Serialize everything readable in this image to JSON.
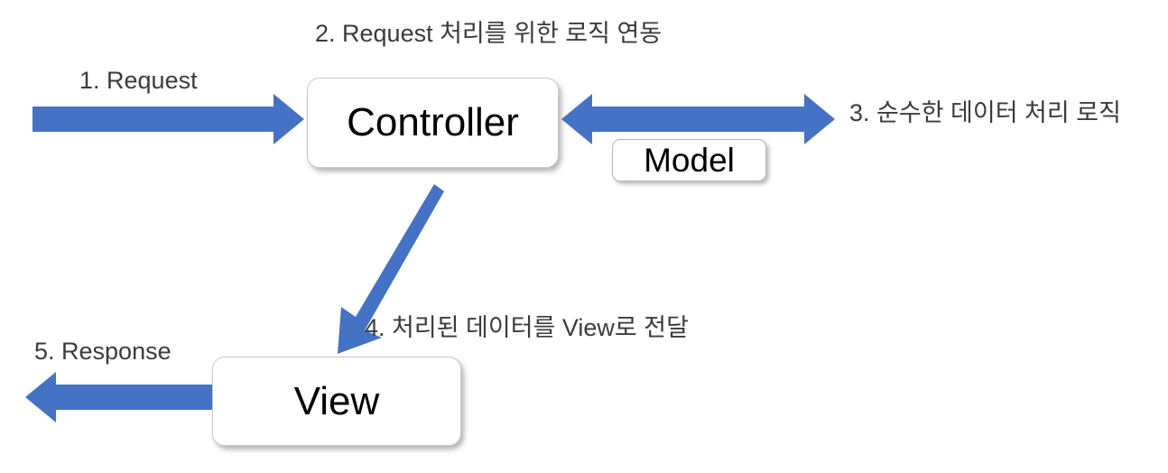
{
  "diagram": {
    "title": "MVC request flow",
    "background_color": "#ffffff",
    "arrow_color": "#4472c4",
    "text_color": "#3b3b3b",
    "box_fill_color": "#ffffff",
    "box_border_color": "#c9c9c9"
  },
  "nodes": {
    "controller": {
      "label": "Controller"
    },
    "model": {
      "label": "Model"
    },
    "view": {
      "label": "View"
    }
  },
  "captions": {
    "step1": "1. Request",
    "step2": "2. Request 처리를 위한 로직 연동",
    "step3": "3. 순수한 데이터 처리 로직",
    "step4": "4. 처리된 데이터를 View로 전달",
    "step5": "5. Response"
  },
  "arrows": [
    {
      "name": "request-arrow",
      "from": "entry",
      "to": "controller",
      "direction": "right",
      "label_ref": "step1"
    },
    {
      "name": "controller-model-arrow",
      "from": "controller",
      "to": "model",
      "direction": "both",
      "label_ref": "step3"
    },
    {
      "name": "controller-view-arrow",
      "from": "controller",
      "to": "view",
      "direction": "down-left",
      "label_ref": "step4"
    },
    {
      "name": "response-arrow",
      "from": "view",
      "to": "exit",
      "direction": "left",
      "label_ref": "step5"
    }
  ]
}
